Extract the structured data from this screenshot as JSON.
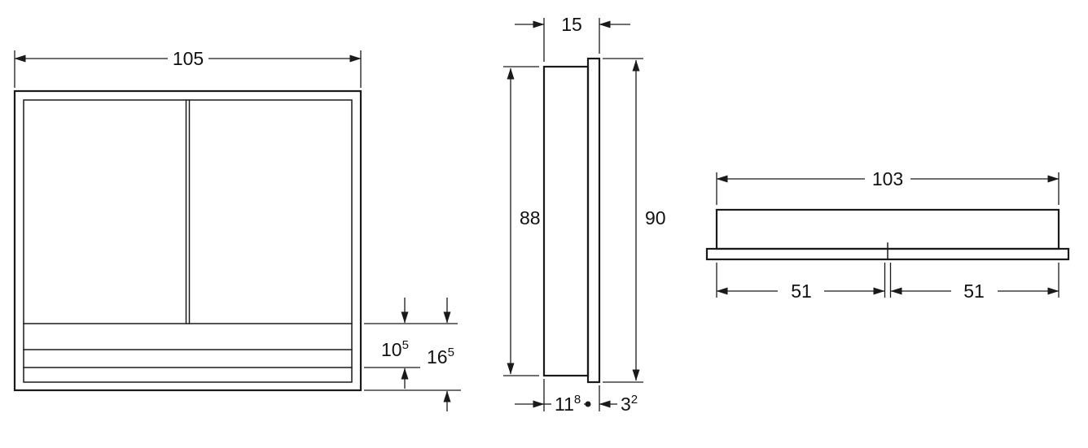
{
  "page": {
    "background": "#ffffff",
    "line_color": "#1a1a1a"
  },
  "views": {
    "front": {
      "dims": {
        "width": {
          "main": "105",
          "sup": ""
        },
        "shelf": {
          "main": "10",
          "sup": "5"
        },
        "bottom": {
          "main": "16",
          "sup": "5"
        }
      }
    },
    "side": {
      "dims": {
        "depth": {
          "main": "15",
          "sup": ""
        },
        "height_front": {
          "main": "88",
          "sup": ""
        },
        "height_back": {
          "main": "90",
          "sup": ""
        },
        "depth_body": {
          "main": "11",
          "sup": "8"
        },
        "depth_back": {
          "main": "3",
          "sup": "2"
        }
      }
    },
    "top": {
      "dims": {
        "width": {
          "main": "103",
          "sup": ""
        },
        "half_left": {
          "main": "51",
          "sup": ""
        },
        "half_right": {
          "main": "51",
          "sup": ""
        }
      }
    }
  }
}
